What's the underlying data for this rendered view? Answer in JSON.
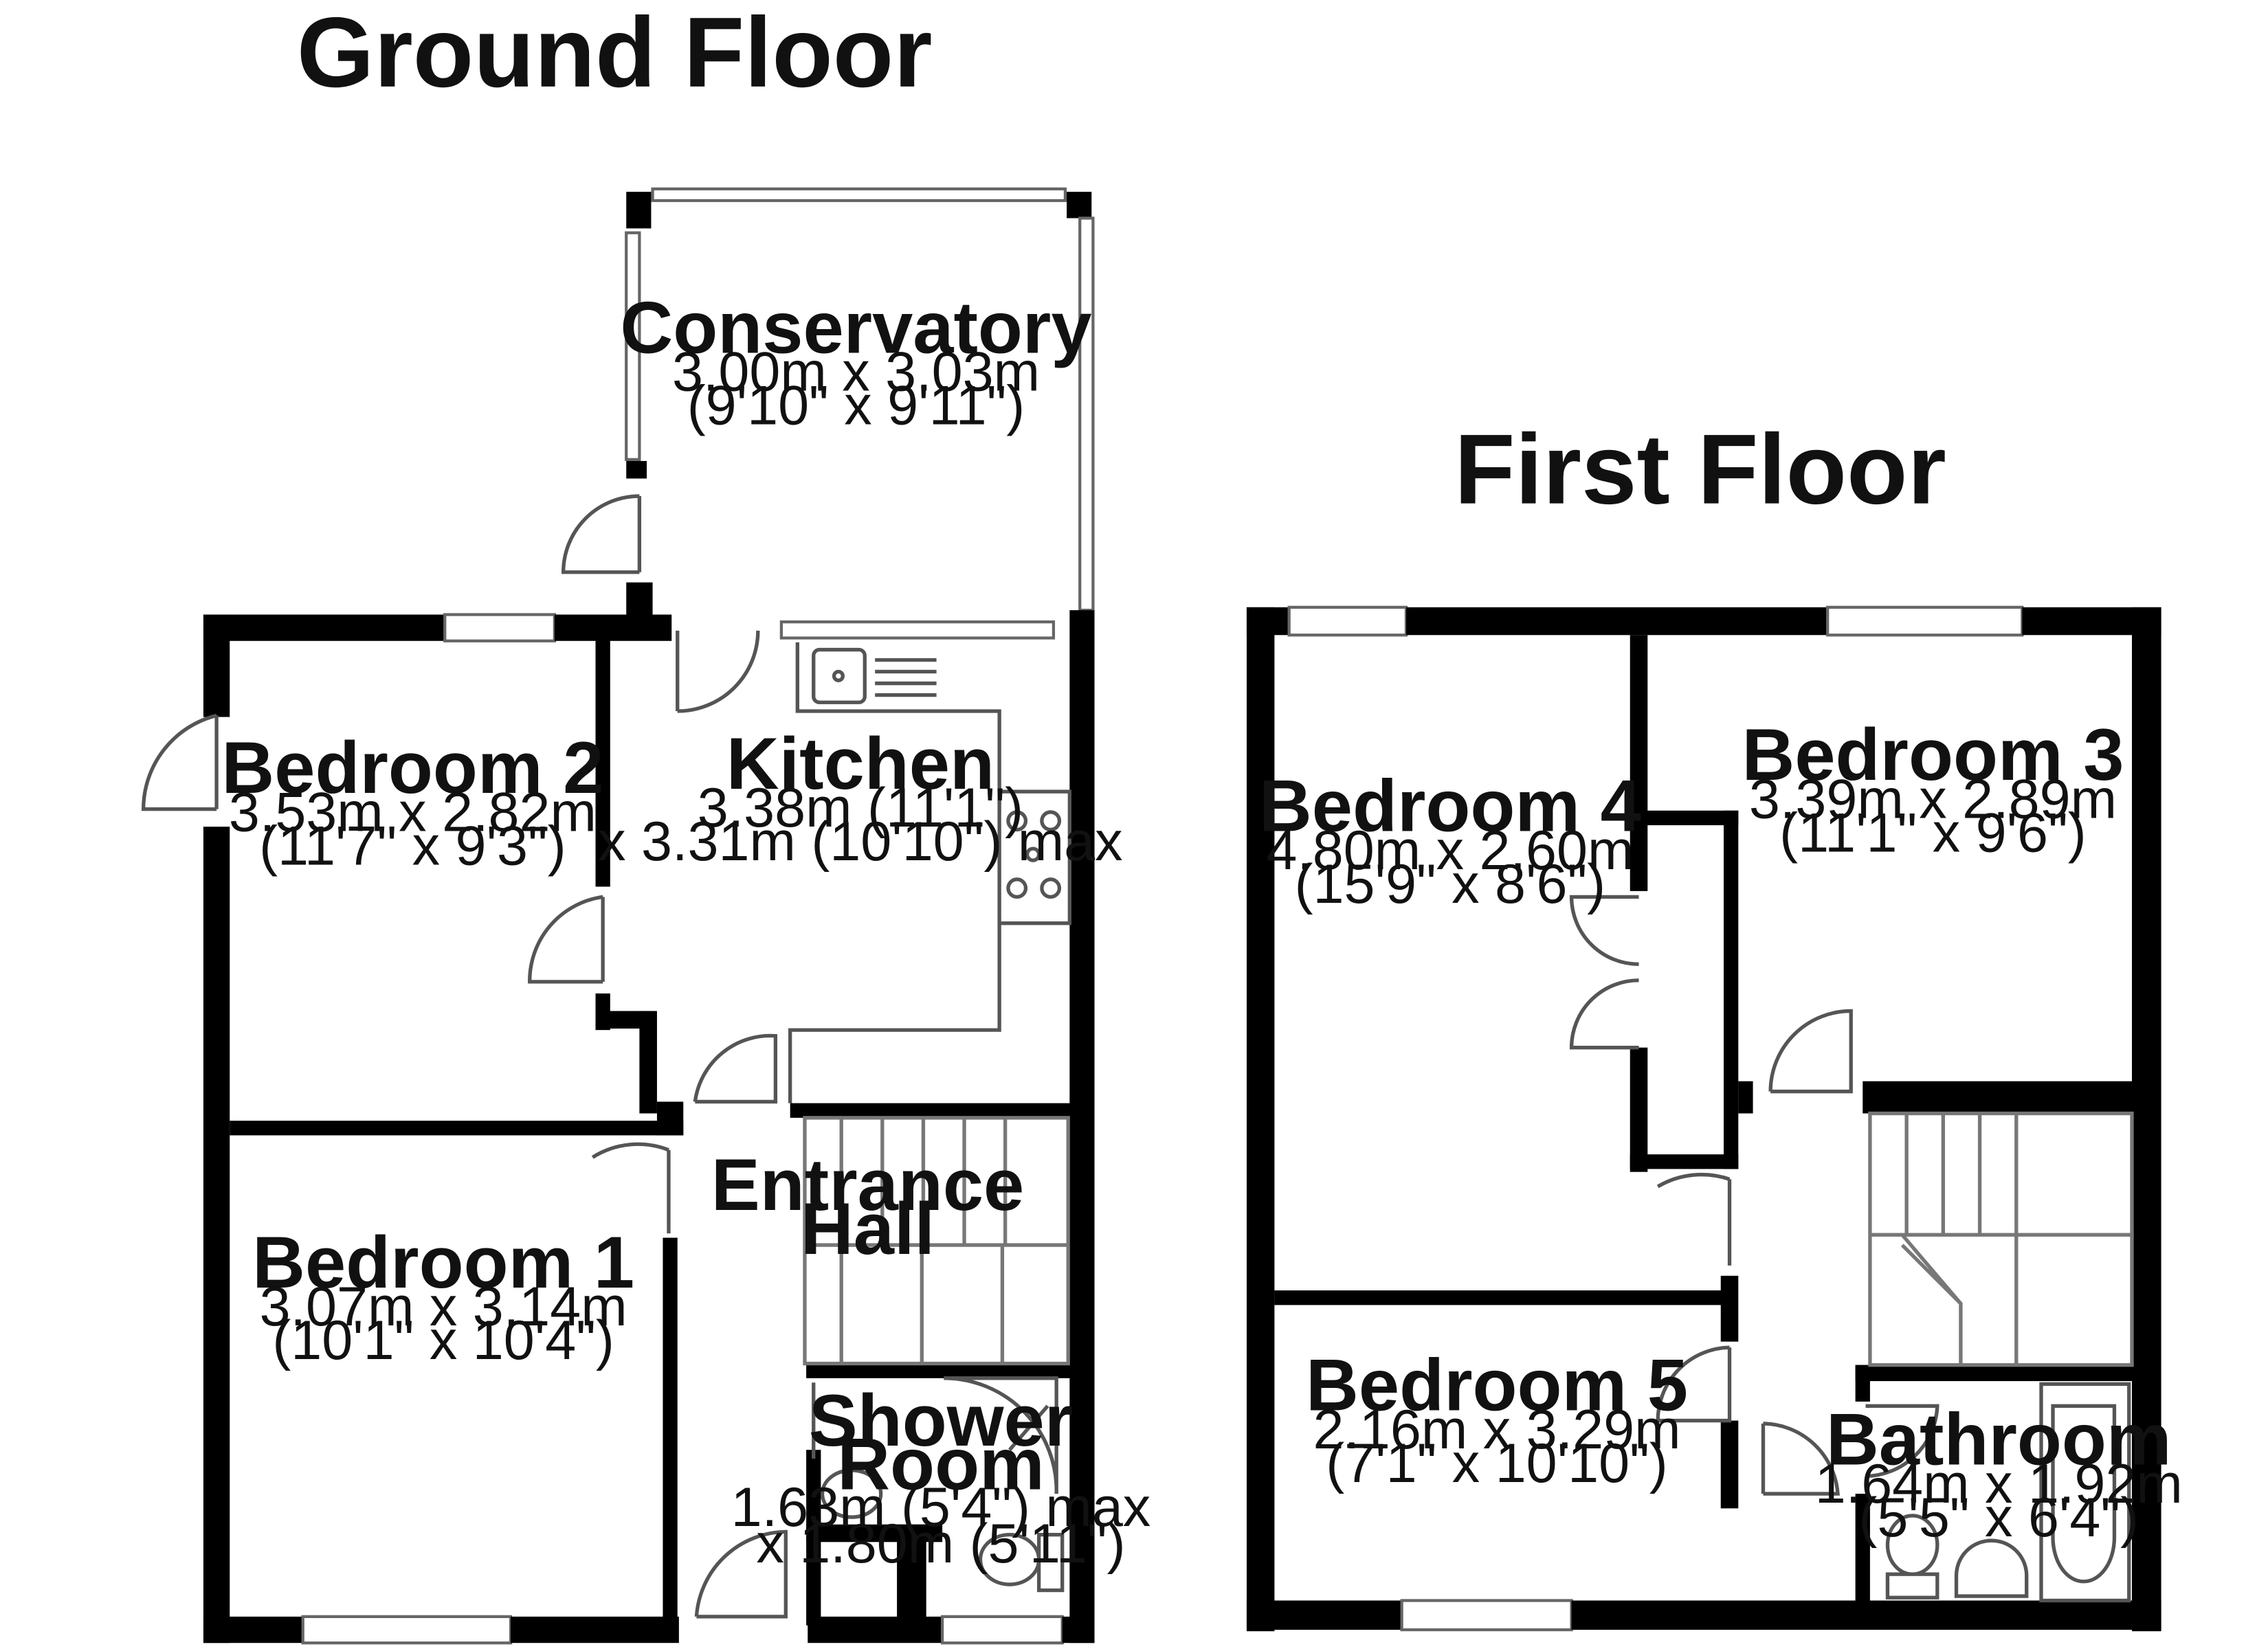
{
  "floors": [
    {
      "title": "Ground Floor",
      "rooms": [
        {
          "name": "Conservatory",
          "dims": [
            "3.00m x 3.03m",
            "(9'10\" x 9'11\")"
          ]
        },
        {
          "name": "Bedroom 2",
          "dims": [
            "3.53m x 2.82m",
            "(11'7\" x 9'3\")"
          ]
        },
        {
          "name": "Kitchen",
          "dims": [
            "3.38m (11'1\")",
            "x 3.31m (10'10\") max"
          ]
        },
        {
          "name_lines": [
            "Entrance",
            "Hall"
          ]
        },
        {
          "name": "Bedroom 1",
          "dims": [
            "3.07m x 3.14m",
            "(10'1\" x 10'4\")"
          ]
        },
        {
          "name_lines": [
            "Shower",
            "Room"
          ],
          "dims": [
            "1.63m (5'4\") max",
            "x 1.80m (5'11\")"
          ]
        }
      ]
    },
    {
      "title": "First Floor",
      "rooms": [
        {
          "name": "Bedroom 4",
          "dims": [
            "4.80m x 2.60m",
            "(15'9\" x 8'6\")"
          ]
        },
        {
          "name": "Bedroom 3",
          "dims": [
            "3.39m x 2.89m",
            "(11'1\" x 9'6\")"
          ]
        },
        {
          "name": "Bedroom 5",
          "dims": [
            "2.16m x 3.29m",
            "(7'1\" x 10'10\")"
          ]
        },
        {
          "name": "Bathroom",
          "dims": [
            "1.64m x 1.92m",
            "(5'5\" x 6'4\")"
          ]
        }
      ]
    }
  ]
}
